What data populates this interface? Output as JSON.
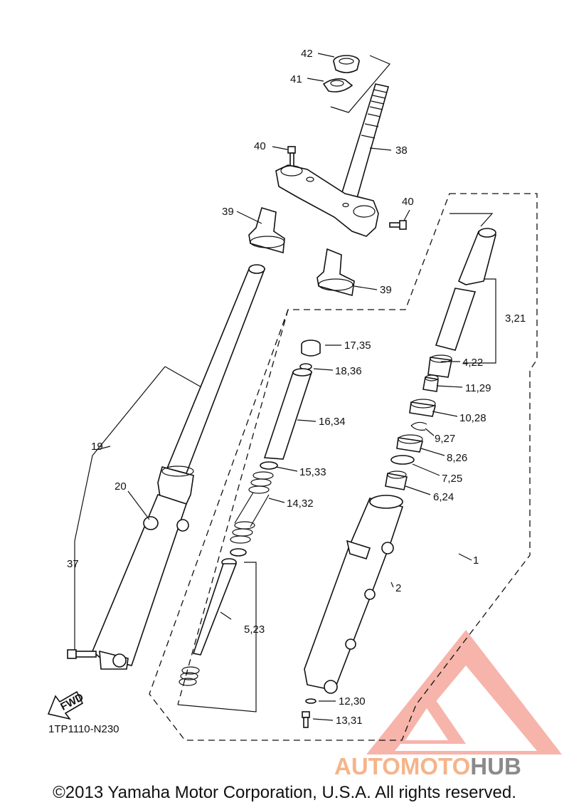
{
  "diagram": {
    "code": "1TP1110-N230",
    "copyright": "©2013 Yamaha Motor Corporation, U.S.A. All rights reserved.",
    "fwd_label": "FWD",
    "callouts": [
      "42",
      "41",
      "40",
      "38",
      "40",
      "39",
      "39",
      "19",
      "20",
      "37",
      "17,35",
      "18,36",
      "16,34",
      "15,33",
      "14,32",
      "5,23",
      "3,21",
      "4,22",
      "11,29",
      "10,28",
      "9,27",
      "8,26",
      "7,25",
      "6,24",
      "1",
      "2",
      "12,30",
      "13,31"
    ]
  },
  "watermark": {
    "brand_a": "AUTOMOTO",
    "brand_b": "HUB",
    "colors": {
      "triangle": "#f39a90",
      "text_light": "#f5b48a",
      "text_dark": "#8a8a8a"
    }
  }
}
